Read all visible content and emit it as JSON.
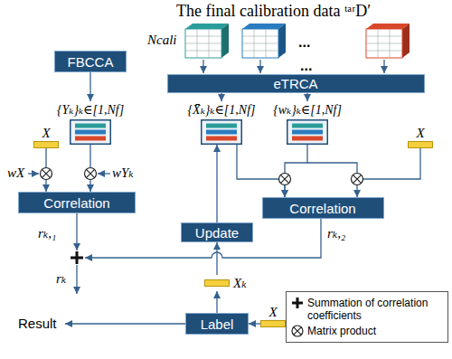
{
  "diagram": {
    "title": "The final calibration data ᵗᵃʳD′",
    "nodes": [
      {
        "text": [
          "FBCCA"
        ]
      },
      {
        "text": [
          "eTRCA"
        ]
      },
      {
        "text": [
          "{Yₖ}ₖ∈[1,Nf]"
        ]
      },
      {
        "text": [
          "{X̄ₖ}ₖ∈[1,Nf]"
        ]
      },
      {
        "text": [
          "{wₖ}ₖ∈[1,Nf]"
        ]
      },
      {
        "text": [
          "X"
        ]
      },
      {
        "text": [
          "X"
        ]
      },
      {
        "text": [
          "Correlation"
        ]
      },
      {
        "text": [
          "Update"
        ]
      },
      {
        "text": [
          "Correlation"
        ]
      },
      {
        "text": [
          "Xₖ"
        ]
      },
      {
        "text": [
          "Label"
        ]
      },
      {
        "text": [
          "X"
        ]
      }
    ],
    "edges": [
      {
        "from": 0,
        "to": 2,
        "arrow": "to"
      },
      {
        "from": 1,
        "to": 3,
        "arrow": "to"
      },
      {
        "from": 1,
        "to": 4,
        "arrow": "to"
      },
      {
        "from": 5,
        "to": 7,
        "arrow": "to"
      },
      {
        "from": 2,
        "to": 7,
        "arrow": "to"
      },
      {
        "from": 3,
        "to": 9,
        "arrow": "to"
      },
      {
        "from": 4,
        "to": 9,
        "arrow": "to"
      },
      {
        "from": 6,
        "to": 9,
        "arrow": "to"
      },
      {
        "from": 8,
        "to": 3,
        "arrow": "to"
      },
      {
        "from": 10,
        "to": 8,
        "arrow": "to"
      },
      {
        "from": 11,
        "to": 10,
        "arrow": "to"
      },
      {
        "from": 12,
        "to": 11,
        "arrow": "to"
      }
    ],
    "labels": [
      "Ncali",
      "...",
      "...",
      "wX",
      "wYₖ",
      "rₖ,₁",
      "rₖ,₂",
      "rₖ",
      "Result"
    ],
    "legend": [
      {
        "text": "Summation of correlation coefficients"
      },
      {
        "text": "Matrix product"
      }
    ]
  }
}
